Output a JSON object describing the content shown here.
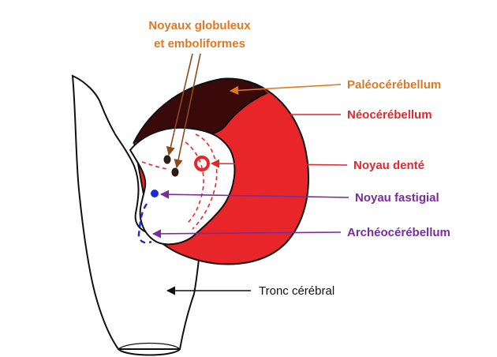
{
  "labels": {
    "noyaux_globuleux_line1": "Noyaux globuleux",
    "noyaux_globuleux_line2": "et emboliformes",
    "paleocerebellum": "Paléocérébellum",
    "neocerebellum": "Néocérébellum",
    "noyau_dente": "Noyau denté",
    "noyau_fastigial": "Noyau fastigial",
    "archeocerebellum": "Archéocérébellum",
    "tronc_cerebral": "Tronc cérébral"
  },
  "colors": {
    "orange": "#e07820",
    "red": "#e8262a",
    "dark_red": "#3a0a0a",
    "purple": "#7a2b9e",
    "blue": "#1a2bd0",
    "black": "#111111"
  }
}
